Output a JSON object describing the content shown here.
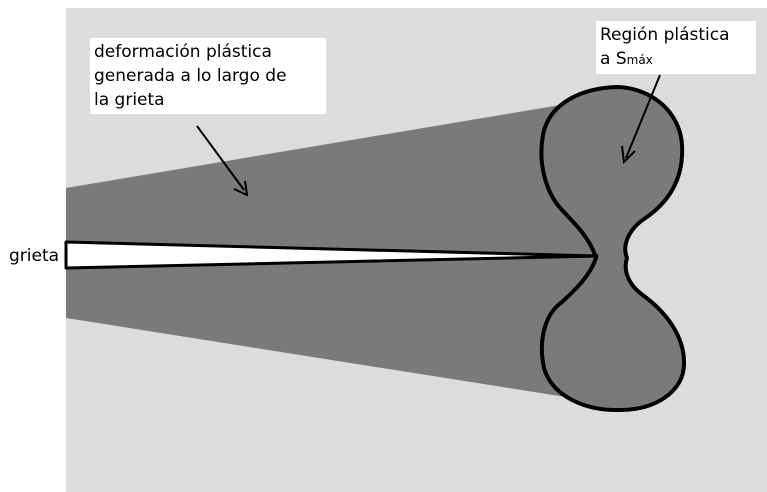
{
  "labels": {
    "wake_line1": "deformación plástica",
    "wake_line2": "generada a lo largo de",
    "wake_line3": "la grieta",
    "region_line1": "Región plástica",
    "region_prefix": "a ",
    "region_symbol": "S",
    "region_subscript": "máx",
    "crack": "grieta"
  },
  "colors": {
    "background": "#dcdcdc",
    "plastic_zone": "#7a7a7a",
    "outline": "#000000",
    "crack": "#ffffff"
  }
}
